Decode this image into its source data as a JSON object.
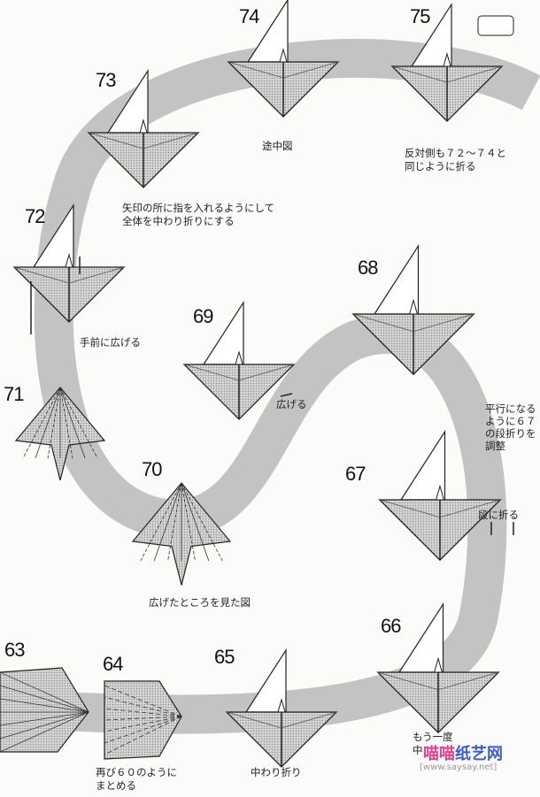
{
  "steps": [
    "73",
    "74",
    "75",
    "72",
    "68",
    "69",
    "71",
    "70",
    "67",
    "63",
    "64",
    "65",
    "66"
  ],
  "captions": {
    "s74": "途中図",
    "s75_1": "反対側も７２～７４と",
    "s75_2": "同じように折る",
    "s73_1": "矢印の所に指を入れるようにして",
    "s73_2": "全体を中わり折りにする",
    "s72": "手前に広げる",
    "s69": "広げる",
    "s68_1": "平行になる",
    "s68_2": "ように６７",
    "s68_3": "の段折りを",
    "s68_4": "調整",
    "s67": "段に折る",
    "s70": "広げたところを見た図",
    "s64_1": "再び６０のように",
    "s64_2": "まとめる",
    "s65": "中わり折り",
    "s66_1": "もう一度",
    "s66_2": "中"
  },
  "watermark": {
    "pink": "喵喵",
    "blue": "纸艺网",
    "url": "[www.saysay.net]",
    "pink_color": "#ee3c8c",
    "blue_color": "#3c5cc8"
  },
  "colors": {
    "band": "#b8b8b8",
    "paper": "#c9c9c9",
    "line": "#222222"
  }
}
